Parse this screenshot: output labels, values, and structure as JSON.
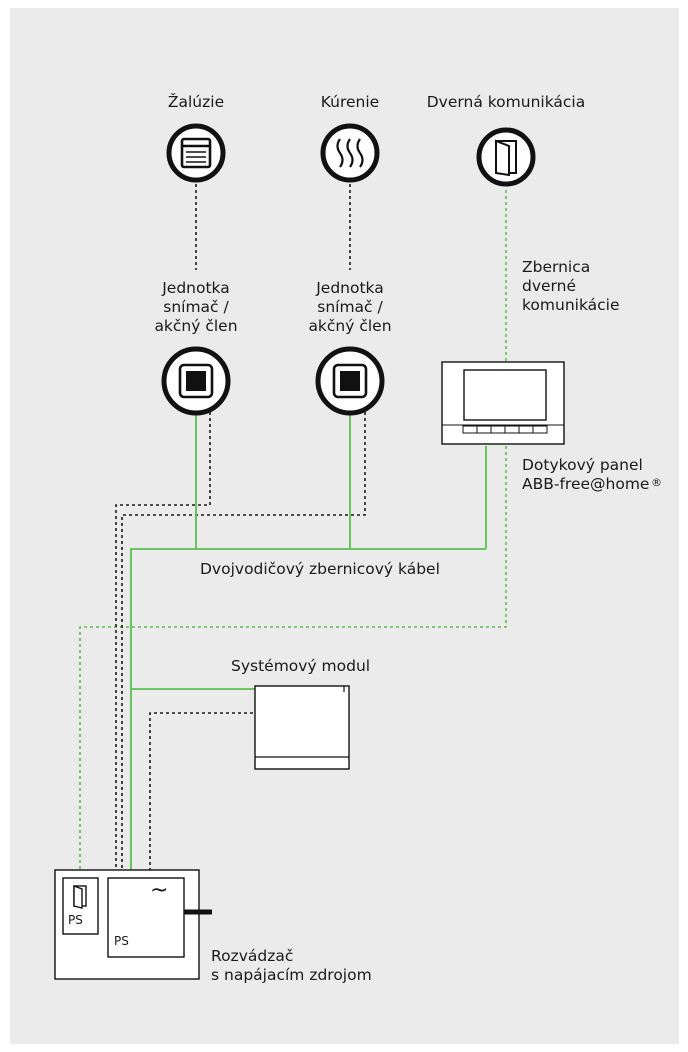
{
  "labels": {
    "blinds": "Žalúzie",
    "heating": "Kúrenie",
    "door_comm": "Dverná komunikácia",
    "sensor_unit_1": "Jednotka\nsnímač /\nakčný člen",
    "sensor_unit_2": "Jednotka\nsnímač /\nakčný člen",
    "door_bus": "Zbernica\ndverné\nkomunikácie",
    "touch_panel": "Dotykový panel\nABB-free@home",
    "touch_panel_mark": "®",
    "two_wire_cable": "Dvojvodičový zbernicový kábel",
    "system_module": "Systémový modul",
    "distribution_board": "Rozvádzač\ns napájacím zdrojom",
    "ps_left": "PS",
    "ps_right": "PS",
    "ac_symbol": "~"
  },
  "colors": {
    "background": "#ebebeb",
    "bus_green": "#5bbf4e",
    "line_black": "#1a1a1a"
  },
  "icons": [
    "blinds-icon",
    "heating-icon",
    "door-icon",
    "sensor-actuator-icon",
    "touch-panel-icon",
    "system-module-icon",
    "door-power-supply-icon"
  ]
}
